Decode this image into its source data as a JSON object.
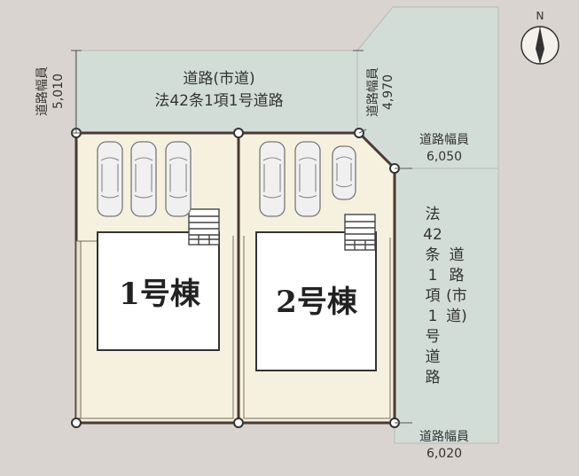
{
  "north": {
    "label": "N"
  },
  "roads": {
    "top": {
      "line1": "道路(市道)",
      "line2": "法42条1項1号道路",
      "width_label": "道路幅員",
      "width_value": "5,010"
    },
    "diagonal": {
      "width_label": "道路幅員",
      "width_value": "4,970"
    },
    "right": {
      "col_left": [
        "法",
        "42",
        "条",
        "1",
        "項",
        "1",
        "号",
        "道",
        "路"
      ],
      "col_right": [
        "道",
        "路",
        "(市",
        "道)"
      ],
      "width_top_label": "道路幅員",
      "width_top_value": "6,050",
      "width_bottom_label": "道路幅員",
      "width_bottom_value": "6,020"
    }
  },
  "buildings": [
    {
      "label": "1号棟"
    },
    {
      "label": "2号棟"
    }
  ],
  "colors": {
    "background": "#d9d4cf",
    "road": "#d3ddd8",
    "lot": "#f5f1de",
    "building": "#ffffff",
    "boundary": "#4a3a30"
  }
}
